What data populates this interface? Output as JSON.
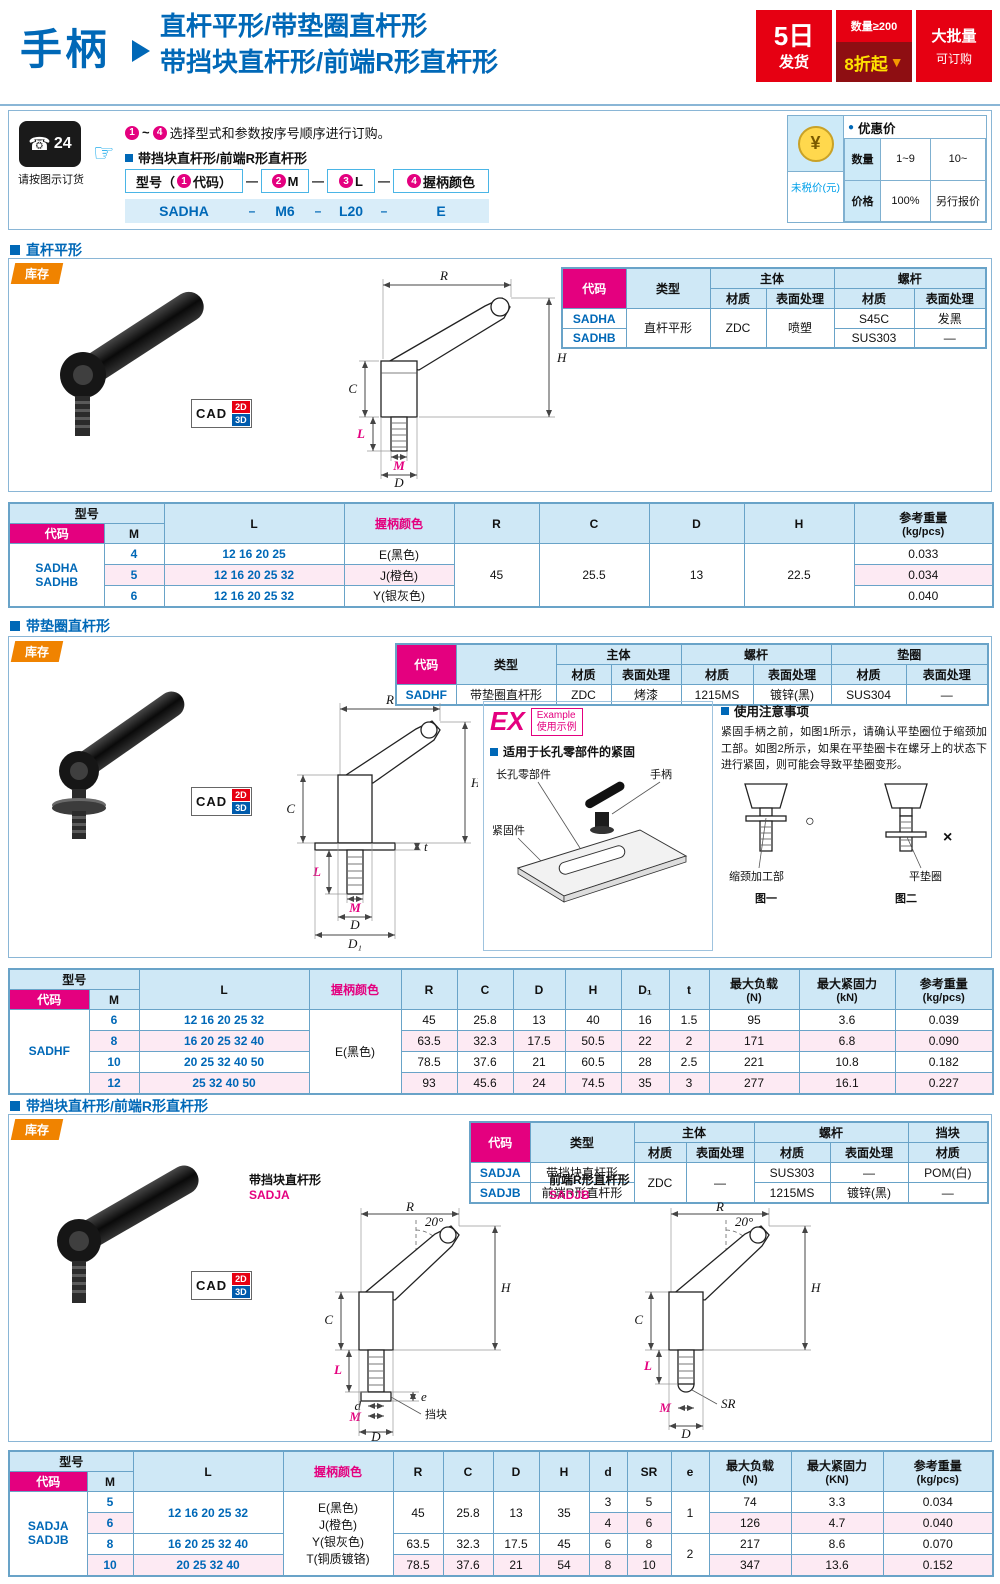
{
  "icons": {
    "phone": "☎",
    "hand": "☞",
    "dot": "●",
    "arrow_down": "▼",
    "yen": "¥"
  },
  "header": {
    "brand": "手柄",
    "title1": "直杆平形/带垫圈直杆形",
    "title2": "带挡块直杆形/前端R形直杆形",
    "ship_big": "5日",
    "ship_small": "发货",
    "qty_top": "数量≥200",
    "qty_bottom": "8折起",
    "bulk_top": "大批量",
    "bulk_bottom": "可订购"
  },
  "order": {
    "phone_num": "24",
    "phone_caption": "请按图示订货",
    "s1": "1",
    "s2": "2",
    "s3": "3",
    "s4": "4",
    "range_sep": "~",
    "instruction": "选择型式和参数按序号顺序进行订购。",
    "subtitle": "带挡块直杆形/前端R形直杆形",
    "f_model_pre": "型号（",
    "f_model_post": "代码）",
    "f_m": "M",
    "f_l": "L",
    "f_color": "握柄颜色",
    "dash": "—",
    "ex_dash": "–",
    "ex_model": "SADHA",
    "ex_m": "M6",
    "ex_l": "L20",
    "ex_color": "E",
    "price_title": "优惠价",
    "price_qty": "数量",
    "price_q1": "1~9",
    "price_q2": "10~",
    "price_label": "价格",
    "price_p1": "100%",
    "price_p2": "另行报价",
    "price_note": "未税价(元)"
  },
  "sec1": {
    "title": "直杆平形",
    "stock": "库存",
    "cad": "CAD",
    "cad_2d": "2D",
    "cad_3d": "3D",
    "spec": {
      "h_code": "代码",
      "h_type": "类型",
      "h_body": "主体",
      "h_screw": "螺杆",
      "h_mat": "材质",
      "h_surf": "表面处理",
      "h_mat2": "材质",
      "h_surf2": "表面处理",
      "code1": "SADHA",
      "code2": "SADHB",
      "type": "直杆平形",
      "body_mat": "ZDC",
      "body_surf": "喷塑",
      "screw_mat1": "S45C",
      "screw_surf1": "发黑",
      "screw_mat2": "SUS303",
      "screw_surf2": "—"
    },
    "d": {
      "R": "R",
      "C": "C",
      "H": "H",
      "L": "L",
      "M": "M",
      "D": "D"
    }
  },
  "t1": {
    "h_model": "型号",
    "h_code": "代码",
    "h_m": "M",
    "h_l": "L",
    "h_color": "握柄颜色",
    "h_r": "R",
    "h_c": "C",
    "h_d": "D",
    "h_h": "H",
    "h_w": "参考重量",
    "h_w_u": "(kg/pcs)",
    "code1": "SADHA",
    "code2": "SADHB",
    "rows": [
      {
        "m": "4",
        "l": "12 16 20 25",
        "color": "E(黑色)",
        "w": "0.033"
      },
      {
        "m": "5",
        "l": "12 16 20 25 32",
        "color": "J(橙色)",
        "w": "0.034"
      },
      {
        "m": "6",
        "l": "12 16 20 25 32",
        "color": "Y(银灰色)",
        "w": "0.040"
      }
    ],
    "r": "45",
    "c": "25.5",
    "d": "13",
    "h": "22.5"
  },
  "sec2": {
    "title": "带垫圈直杆形",
    "stock": "库存",
    "cad": "CAD",
    "cad_2d": "2D",
    "cad_3d": "3D",
    "spec": {
      "h_code": "代码",
      "h_type": "类型",
      "h_body": "主体",
      "h_screw": "螺杆",
      "h_washer": "垫圈",
      "h_mat": "材质",
      "h_surf": "表面处理",
      "code": "SADHF",
      "type": "带垫圈直杆形",
      "body_mat": "ZDC",
      "body_surf": "烤漆",
      "screw_mat": "1215MS",
      "screw_surf": "镀锌(黑)",
      "washer_mat": "SUS304",
      "washer_surf": "—"
    },
    "d": {
      "R": "R",
      "C": "C",
      "H": "H",
      "L": "L",
      "M": "M",
      "D": "D",
      "D1": "D₁",
      "t": "t"
    },
    "ex": {
      "logo": "EX",
      "word": "Example",
      "cn": "使用示例",
      "caption": "适用于长孔零部件的紧固",
      "slot": "长孔零部件",
      "handle": "手柄",
      "fastener": "紧固件"
    },
    "note": {
      "title": "使用注意事项",
      "body": "紧固手柄之前，如图1所示，请确认平垫圈位于缩颈加工部。如图2所示，如果在平垫圈卡在螺牙上的状态下进行紧固，则可能会导致平垫圈变形。",
      "neck": "缩颈加工部",
      "washer": "平垫圈",
      "fig1": "图一",
      "fig2": "图二",
      "ok": "○",
      "ng": "×"
    }
  },
  "t2": {
    "h_model": "型号",
    "h_code": "代码",
    "h_m": "M",
    "h_l": "L",
    "h_color": "握柄颜色",
    "h_r": "R",
    "h_c": "C",
    "h_d": "D",
    "h_h": "H",
    "h_d1": "D₁",
    "h_t": "t",
    "h_load": "最大负载",
    "h_load_u": "(N)",
    "h_force": "最大紧固力",
    "h_force_u": "(kN)",
    "h_w": "参考重量",
    "h_w_u": "(kg/pcs)",
    "code": "SADHF",
    "color": "E(黑色)",
    "rows": [
      {
        "m": "6",
        "l": "12 16 20 25 32",
        "r": "45",
        "c": "25.8",
        "d": "13",
        "h": "40",
        "d1": "16",
        "t": "1.5",
        "load": "95",
        "force": "3.6",
        "w": "0.039"
      },
      {
        "m": "8",
        "l": "16 20 25 32 40",
        "r": "63.5",
        "c": "32.3",
        "d": "17.5",
        "h": "50.5",
        "d1": "22",
        "t": "2",
        "load": "171",
        "force": "6.8",
        "w": "0.090"
      },
      {
        "m": "10",
        "l": "20 25 32 40 50",
        "r": "78.5",
        "c": "37.6",
        "d": "21",
        "h": "60.5",
        "d1": "28",
        "t": "2.5",
        "load": "221",
        "force": "10.8",
        "w": "0.182"
      },
      {
        "m": "12",
        "l": "25 32 40 50",
        "r": "93",
        "c": "45.6",
        "d": "24",
        "h": "74.5",
        "d1": "35",
        "t": "3",
        "load": "277",
        "force": "16.1",
        "w": "0.227"
      }
    ]
  },
  "sec3": {
    "title": "带挡块直杆形/前端R形直杆形",
    "stock": "库存",
    "cad": "CAD",
    "cad_2d": "2D",
    "cad_3d": "3D",
    "spec": {
      "h_code": "代码",
      "h_type": "类型",
      "h_body": "主体",
      "h_screw": "螺杆",
      "h_stop": "挡块",
      "h_mat": "材质",
      "h_surf": "表面处理",
      "code1": "SADJA",
      "type1": "带挡块直杆形",
      "code2": "SADJB",
      "type2": "前端R形直杆形",
      "body_mat": "ZDC",
      "body_surf": "—",
      "screw_mat1": "SUS303",
      "screw_surf1": "—",
      "stop_mat1": "POM(白)",
      "screw_mat2": "1215MS",
      "screw_surf2": "镀锌(黑)",
      "stop_mat2": "—"
    },
    "draw1_title": "带挡块直杆形",
    "draw1_code": "SADJA",
    "draw2_title": "前端R形直杆形",
    "draw2_code": "SADJB",
    "d": {
      "R": "R",
      "C": "C",
      "H": "H",
      "L": "L",
      "M": "M",
      "D": "D",
      "d": "d",
      "e": "e",
      "SR": "SR",
      "angle": "20°",
      "stop": "挡块"
    }
  },
  "t3": {
    "h_model": "型号",
    "h_code": "代码",
    "h_m": "M",
    "h_l": "L",
    "h_color": "握柄颜色",
    "h_r": "R",
    "h_c": "C",
    "h_d": "D",
    "h_h": "H",
    "h_d2": "d",
    "h_sr": "SR",
    "h_e": "e",
    "h_load": "最大负载",
    "h_load_u": "(N)",
    "h_force": "最大紧固力",
    "h_force_u": "(KN)",
    "h_w": "参考重量",
    "h_w_u": "(kg/pcs)",
    "code1": "SADJA",
    "code2": "SADJB",
    "colors": [
      "E(黑色)",
      "J(橙色)",
      "Y(银灰色)",
      "T(铜质镀铬)"
    ],
    "l12": "12 16 20 25 32",
    "r12": "45",
    "c12": "25.8",
    "d12": "13",
    "h12": "35",
    "e12": "1",
    "e34": "2",
    "rows": [
      {
        "m": "5",
        "d2": "3",
        "sr": "5",
        "load": "74",
        "force": "3.3",
        "w": "0.034"
      },
      {
        "m": "6",
        "d2": "4",
        "sr": "6",
        "load": "126",
        "force": "4.7",
        "w": "0.040"
      },
      {
        "m": "8",
        "l": "16 20 25 32 40",
        "r": "63.5",
        "c": "32.3",
        "d": "17.5",
        "h": "45",
        "d2": "6",
        "sr": "8",
        "load": "217",
        "force": "8.6",
        "w": "0.070"
      },
      {
        "m": "10",
        "l": "20 25 32 40",
        "r": "78.5",
        "c": "37.6",
        "d": "21",
        "h": "54",
        "d2": "8",
        "sr": "10",
        "load": "347",
        "force": "13.6",
        "w": "0.152"
      }
    ]
  }
}
